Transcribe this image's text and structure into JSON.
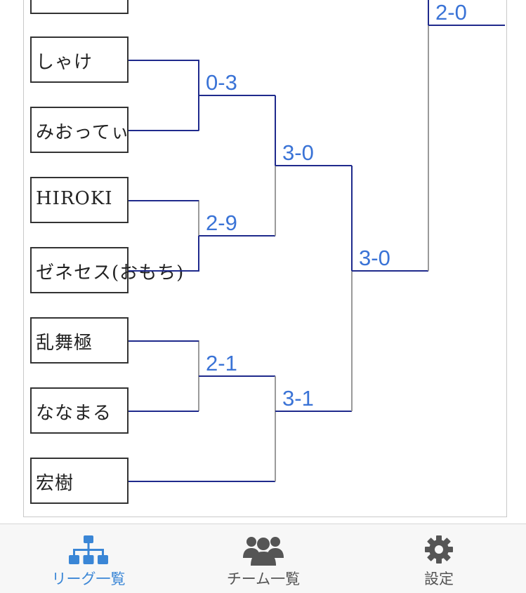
{
  "bracket": {
    "players": [
      "しゃけ",
      "みおってぃ",
      "HIROKI",
      "ゼネセス(おもち)",
      "乱舞極",
      "ななまる",
      "宏樹"
    ],
    "scores": {
      "r1_a": "0-3",
      "r1_b": "2-9",
      "r1_c": "2-1",
      "r2_a": "3-0",
      "r2_b": "3-1",
      "r3": "3-0",
      "top": "2-0"
    }
  },
  "tabs": [
    {
      "label": "リーグ一覧",
      "icon": "league-tree-icon",
      "active": true
    },
    {
      "label": "チーム一覧",
      "icon": "team-users-icon",
      "active": false
    },
    {
      "label": "設定",
      "icon": "gear-icon",
      "active": false
    }
  ],
  "colors": {
    "line_navy": "#1f2a8c",
    "line_gray": "#9a9a9a",
    "score_blue": "#3a73d6",
    "tab_active": "#3a86d6",
    "tab_inactive": "#555555"
  }
}
